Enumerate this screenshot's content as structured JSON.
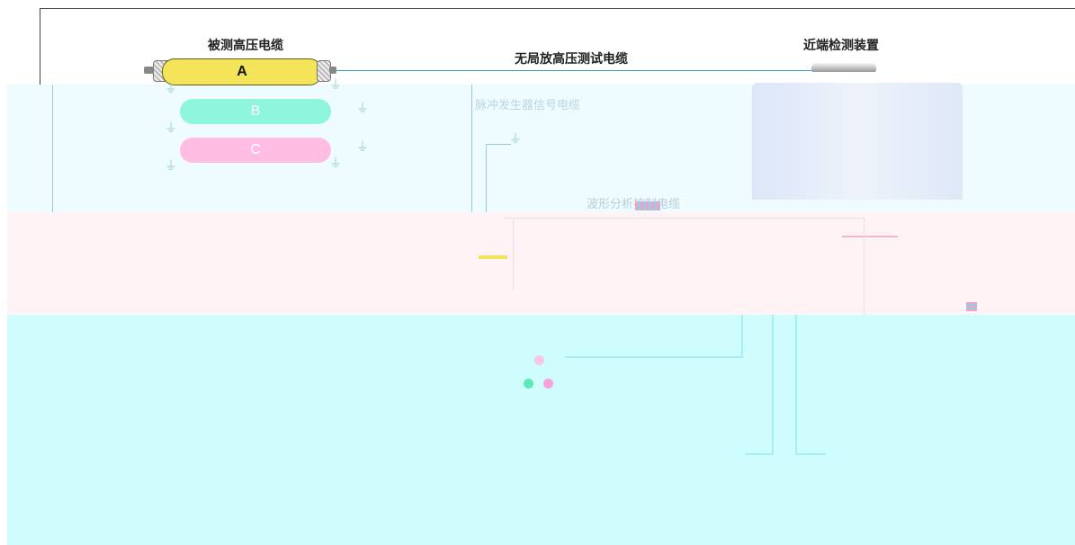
{
  "labels": {
    "cable_under_test": "被测高压电缆",
    "pd_free_cable": "无局放高压测试电缆",
    "near_end_device": "近端检测装置",
    "pulse_signal_cable": "脉冲发生器信号电缆",
    "wave_control_cable": "波形分析控制电缆"
  },
  "phases": {
    "a": "A",
    "b": "B",
    "c": "C"
  },
  "colors": {
    "phase_a": "#f3e45a",
    "phase_b": "#8ff5dc",
    "phase_c": "#ffbde4",
    "band_blue": "#eefbff",
    "band_pink": "#fff3f5",
    "band_cyan": "#cffcfd"
  },
  "icons": {
    "ground": "ground-symbol",
    "shield": "cable-shield",
    "device": "detection-device"
  }
}
